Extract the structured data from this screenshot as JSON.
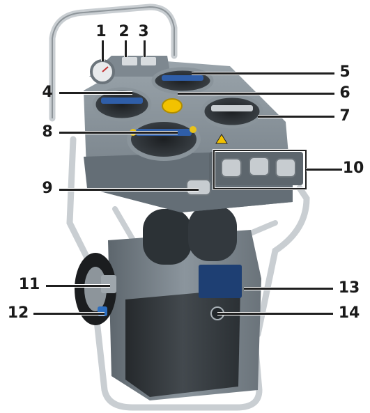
{
  "figure": {
    "callouts": [
      {
        "number": "1"
      },
      {
        "number": "2"
      },
      {
        "number": "3"
      },
      {
        "number": "4"
      },
      {
        "number": "5"
      },
      {
        "number": "6"
      },
      {
        "number": "7"
      },
      {
        "number": "8"
      },
      {
        "number": "9"
      },
      {
        "number": "10"
      },
      {
        "number": "11"
      },
      {
        "number": "12"
      },
      {
        "number": "13"
      },
      {
        "number": "14"
      }
    ],
    "colors": {
      "housing_grey": "#7d8891",
      "housing_dark": "#3b4247",
      "frame_silver": "#c9ced2",
      "cap_blue": "#2f5ea8",
      "cap_yellow": "#e8c21a",
      "button_yellow": "#f2c200"
    }
  }
}
